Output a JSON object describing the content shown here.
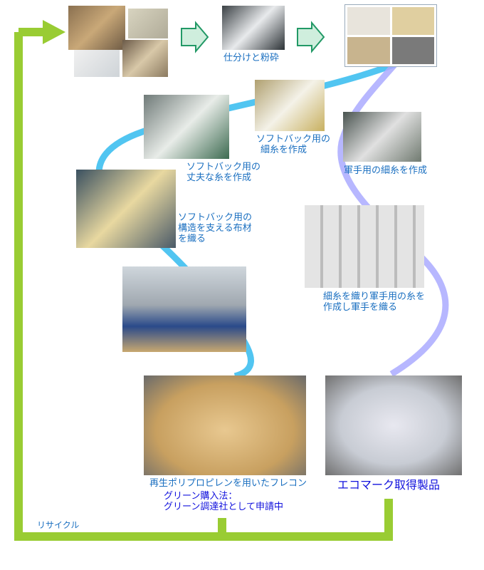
{
  "labels": {
    "sort_crush": "仕分けと粉砕",
    "soft_fine_1": "ソフトバック用の",
    "soft_fine_2": "細糸を作成",
    "soft_strong_1": "ソフトバック用の",
    "soft_strong_2": "丈夫な糸を作成",
    "glove_fine": "軍手用の細糸を作成",
    "fabric_1": "ソフトバック用の",
    "fabric_2": "構造を支える布材",
    "fabric_3": "を織る",
    "weave_1": "細糸を織り軍手用の糸を",
    "weave_2": "作成し軍手を織る",
    "flexcon": "再生ポリプロピレンを用いたフレコン",
    "green_1": "グリーン購入法：",
    "green_2": "グリーン調達社として申請中",
    "ecomark": "エコマーク取得製品",
    "recycle": "リサイクル"
  },
  "colors": {
    "frame": "#99cc33",
    "blue_path": "#33bbee",
    "lavender_path": "#aaaaff"
  }
}
